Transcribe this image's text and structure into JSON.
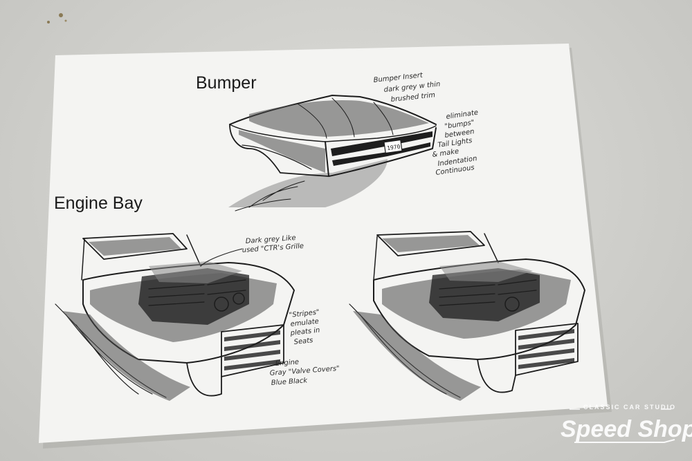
{
  "paper": {
    "headings": {
      "bumper": "Bumper",
      "engine_bay": "Engine Bay"
    },
    "bumper_notes": {
      "note1": [
        "Bumper Insert",
        "dark grey w thin",
        "brushed trim"
      ],
      "note2": [
        "eliminate",
        "\"bumps\"",
        "between",
        "Tail Lights",
        "& make",
        "Indentation",
        "Continuous"
      ],
      "plate": "1970"
    },
    "engine_notes": {
      "note1": [
        "Dark grey Like",
        "used \"CTR's Grille"
      ],
      "note2": [
        "\"Stripes\"",
        "emulate",
        "pleats in",
        "Seats"
      ],
      "note3": [
        "Engine",
        "Gray \"Valve Covers\"",
        "Blue Black"
      ]
    }
  },
  "watermark": {
    "line1": "CLASSIC CAR STUDIO",
    "line2": "Speed Shop"
  },
  "colors": {
    "table": "#d2d2ce",
    "paper": "#f4f4f2",
    "ink": "#1c1c1c",
    "watermark": "#ffffff"
  }
}
